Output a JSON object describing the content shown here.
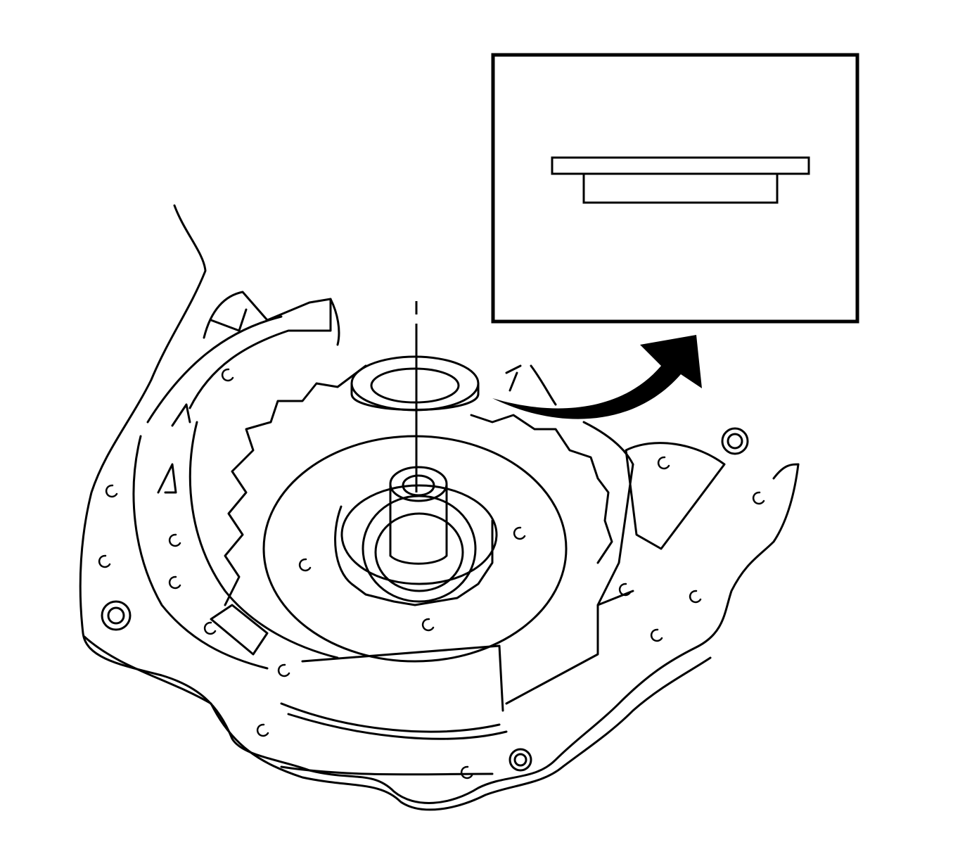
{
  "diagram": {
    "type": "technical-line-illustration",
    "colors": {
      "stroke": "#000000",
      "background": "#ffffff"
    },
    "parts": [
      "housing",
      "gear",
      "shaft",
      "washer",
      "detail-inset",
      "curved-arrow"
    ]
  }
}
